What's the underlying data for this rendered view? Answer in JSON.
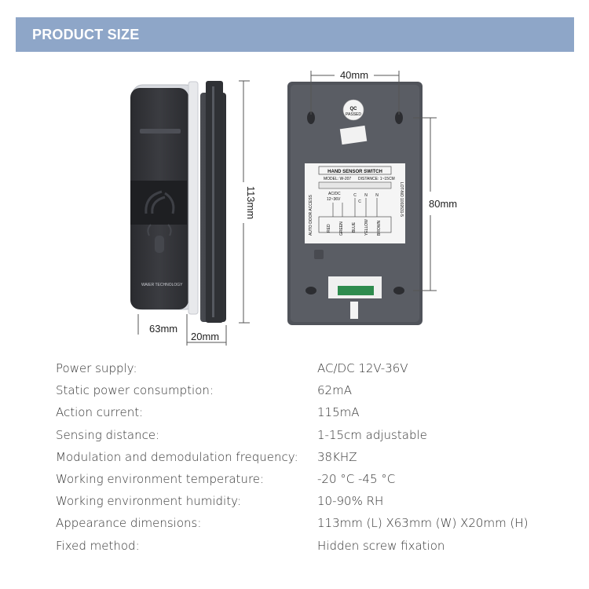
{
  "header": {
    "title": "PRODUCT SIZE"
  },
  "figure": {
    "dims": {
      "height_front": "113mm",
      "width_front": "63mm",
      "depth_side": "20mm",
      "hole_spacing_horizontal": "40mm",
      "hole_spacing_vertical": "80mm"
    },
    "front_brand": "WAIER TECHNOLOGY",
    "sticker": {
      "qc": "QC",
      "passed": "PASSED",
      "title": "HAND SENSOR SWITCH",
      "model": "MODEL: W-207",
      "distance": "DISTANCE: 1~15CM",
      "side_text": "AUTO DOOR ACCESS",
      "lot": "LOT-NO 1002631-5",
      "power": "AC/DC",
      "voltage": "12~36V",
      "wires": [
        "RED",
        "GREEN",
        "BLUE",
        "YELLOW",
        "BROWN"
      ],
      "contacts": [
        "C",
        "N",
        "C",
        "N"
      ]
    }
  },
  "specs": [
    {
      "label": "Power supply:",
      "value": "AC/DC 12V-36V"
    },
    {
      "label": "Static power consumption:",
      "value": "62mA"
    },
    {
      "label": "Action current:",
      "value": "115mA"
    },
    {
      "label": "Sensing distance:",
      "value": "1-15cm adjustable"
    },
    {
      "label": "Modulation and demodulation frequency:",
      "value": "38KHZ"
    },
    {
      "label": "Working environment temperature:",
      "value": "-20 °C -45 °C"
    },
    {
      "label": "Working environment humidity:",
      "value": "10-90% RH"
    },
    {
      "label": "Appearance dimensions:",
      "value": "113mm (L) X63mm (W) X20mm (H)"
    },
    {
      "label": "Fixed method:",
      "value": "Hidden screw fixation"
    }
  ]
}
